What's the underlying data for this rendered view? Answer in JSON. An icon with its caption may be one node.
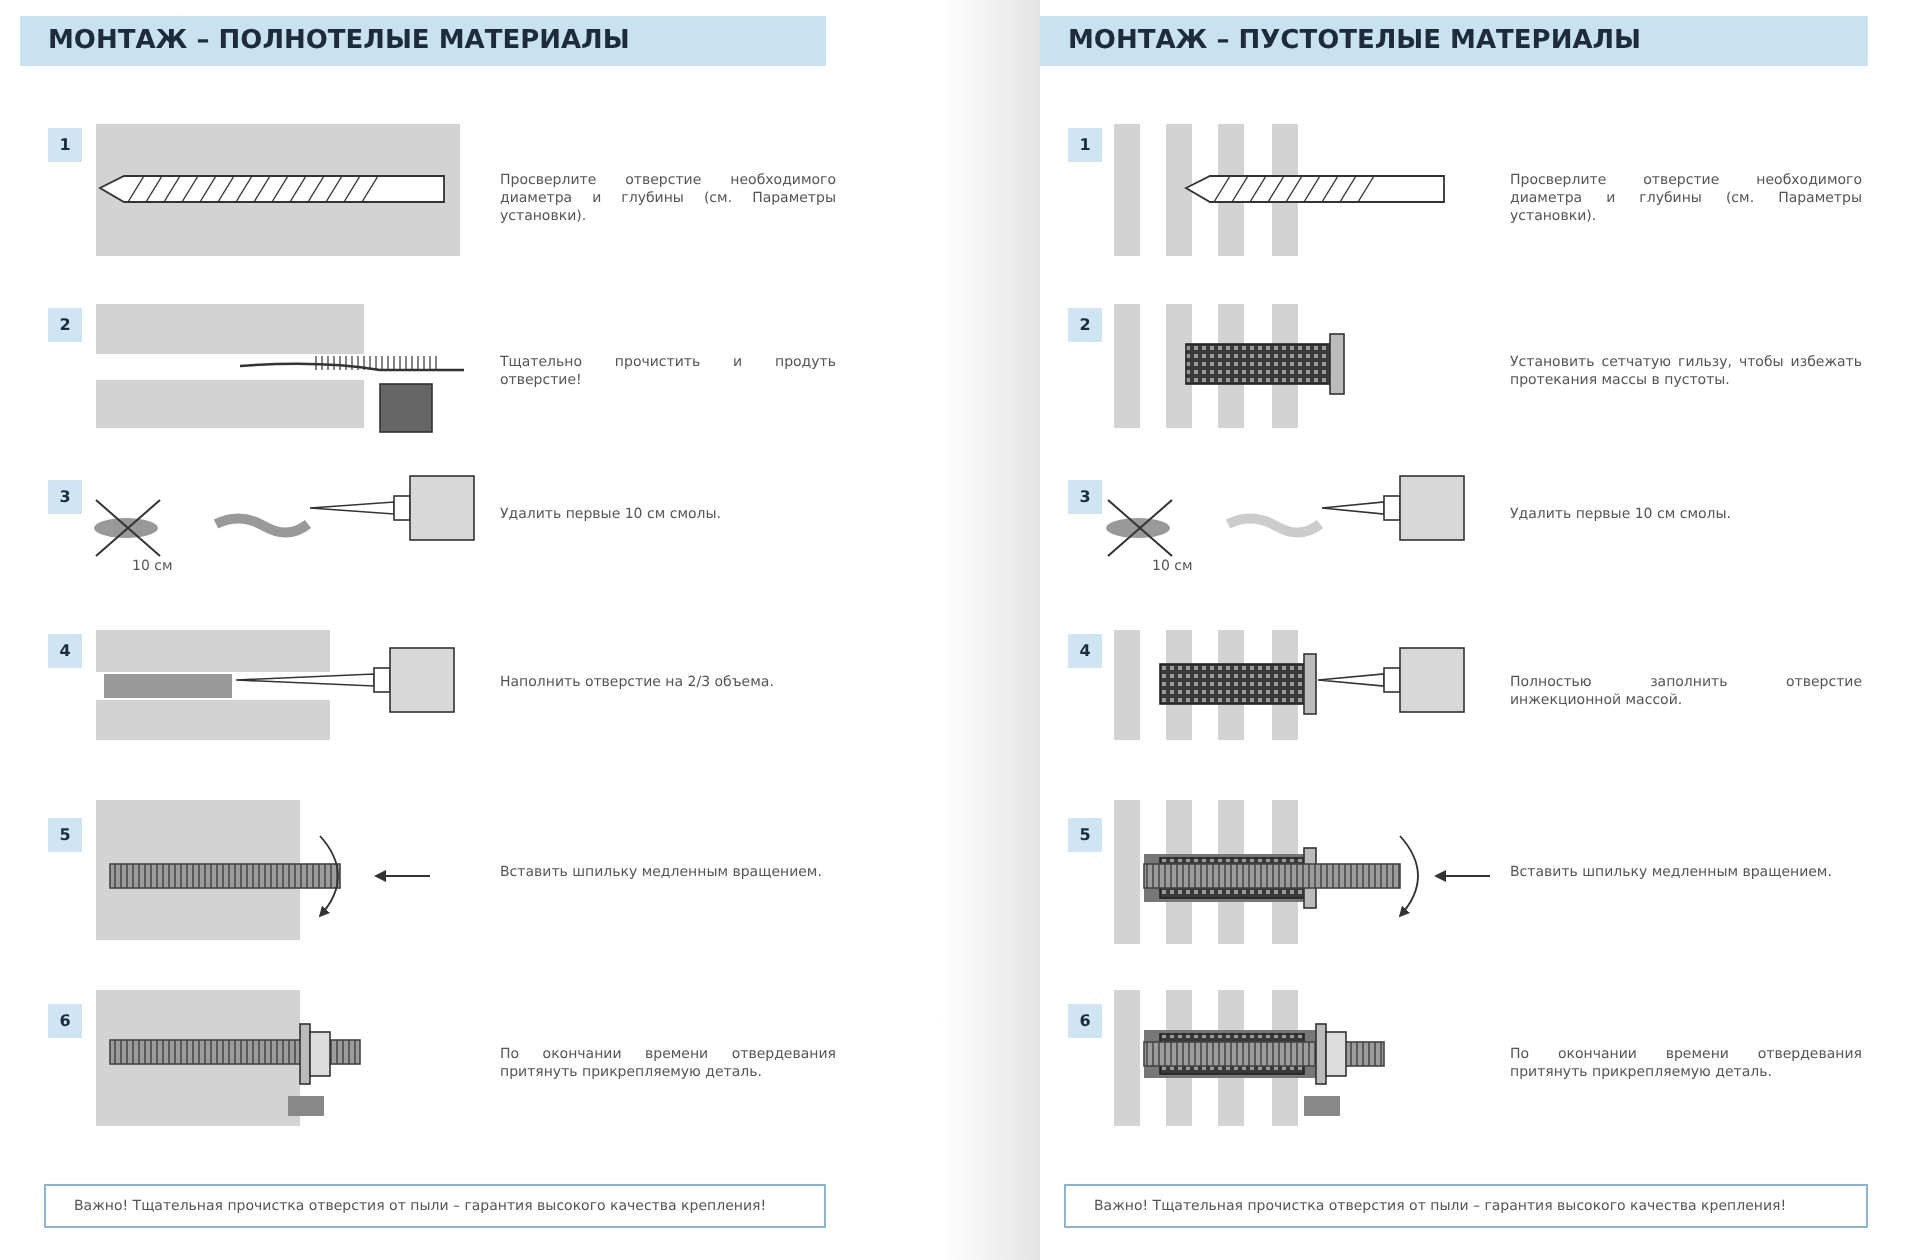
{
  "diagram": {
    "labels": [
      "МОНТАЖ – ПОЛНОТЕЛЫЕ МАТЕРИАЛЫ",
      "1",
      "Просверлите отверстие необходимого диаметра и глубины (см. Параметры установки).",
      "2",
      "Тщательно прочистить и продуть отверстие!",
      "3",
      "10 см",
      "Удалить первые 10 см смолы.",
      "4",
      "Наполнить отверстие на 2/3 объема.",
      "5",
      "Вставить шпильку медленным вращением.",
      "6",
      "По окончании времени отвердевания притянуть прикрепляемую деталь.",
      "Важно! Тщательная прочистка отверстия от пыли – гарантия высокого качества крепления!",
      "МОНТАЖ – ПУСТОТЕЛЫЕ МАТЕРИАЛЫ",
      "1",
      "Просверлите отверстие необходимого диаметра и глубины (см. Параметры установки).",
      "2",
      "Установить сетчатую гильзу, чтобы избежать протекания массы в пустоты.",
      "3",
      "10 см",
      "Удалить первые 10 см смолы.",
      "4",
      "Полностью заполнить отверстие инжекционной массой.",
      "5",
      "Вставить шпильку медленным вращением.",
      "6",
      "По окончании времени отвердевания притянуть прикрепляемую деталь.",
      "Важно! Тщательная прочистка отверстия от пыли – гарантия высокого качества крепления!"
    ]
  }
}
